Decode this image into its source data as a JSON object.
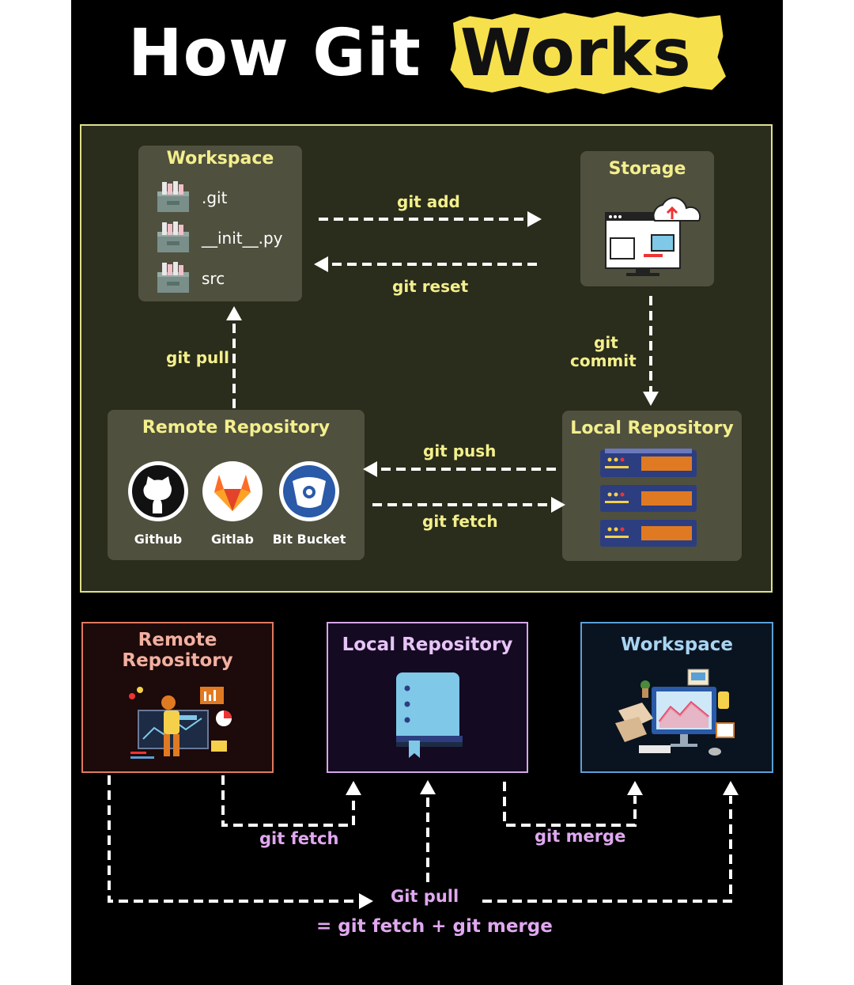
{
  "title": {
    "part1": "How Git",
    "part2": "Works"
  },
  "top": {
    "workspace": {
      "title": "Workspace",
      "files": [
        ".git",
        "__init__.py",
        "src"
      ]
    },
    "storage": {
      "title": "Storage"
    },
    "remote": {
      "title": "Remote Repository",
      "hosts": [
        "Github",
        "Gitlab",
        "Bit Bucket"
      ]
    },
    "local": {
      "title": "Local Repository"
    },
    "commands": {
      "add": "git add",
      "reset": "git reset",
      "pull": "git pull",
      "commit_line1": "git",
      "commit_line2": "commit",
      "push": "git push",
      "fetch": "git fetch"
    }
  },
  "bottom": {
    "remote_title_line1": "Remote",
    "remote_title_line2": "Repository",
    "local_title": "Local Repository",
    "workspace_title": "Workspace",
    "fetch": "git fetch",
    "merge": "git merge",
    "pull": "Git pull",
    "pull_formula": "= git fetch + git merge"
  },
  "colors": {
    "background": "#000000",
    "panel": "#2a2c1c",
    "panel_border": "#dfe08a",
    "card": "#50503f",
    "title_highlight": "#f6e04c",
    "label_yellow": "#f3ef8c",
    "remote_box_border": "#e07a5f",
    "local_box_border": "#d7a6e8",
    "workspace_box_border": "#5aa0d8",
    "label_purple": "#e0a8f0"
  }
}
